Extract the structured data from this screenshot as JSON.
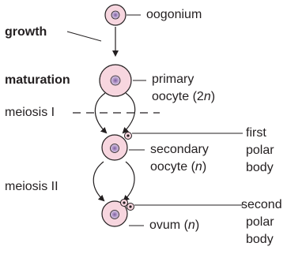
{
  "labels": {
    "oogonium": "oogonium",
    "growth": "growth",
    "maturation": "maturation",
    "primary_oocyte_line1": "primary",
    "primary_oocyte_line2_prefix": "oocyte (2",
    "primary_oocyte_line2_n": "n",
    "primary_oocyte_line2_suffix": ")",
    "meiosis_1": "meiosis I",
    "meiosis_2": "meiosis II",
    "secondary_oocyte_line1": "secondary",
    "secondary_oocyte_line2_prefix": "oocyte (",
    "secondary_oocyte_line2_n": "n",
    "secondary_oocyte_line2_suffix": ")",
    "first_polar_body": [
      "first",
      "polar",
      "body"
    ],
    "ovum_prefix": "ovum (",
    "ovum_n": "n",
    "ovum_suffix": ")",
    "second_polar_body": [
      "second",
      "polar",
      "body"
    ]
  },
  "colors": {
    "cell_fill": "#f7d6df",
    "cell_stroke": "#231f20",
    "nucleus_fill": "#b49ac9",
    "nucleus_center": "#8e6fb0",
    "line": "#231f20"
  }
}
